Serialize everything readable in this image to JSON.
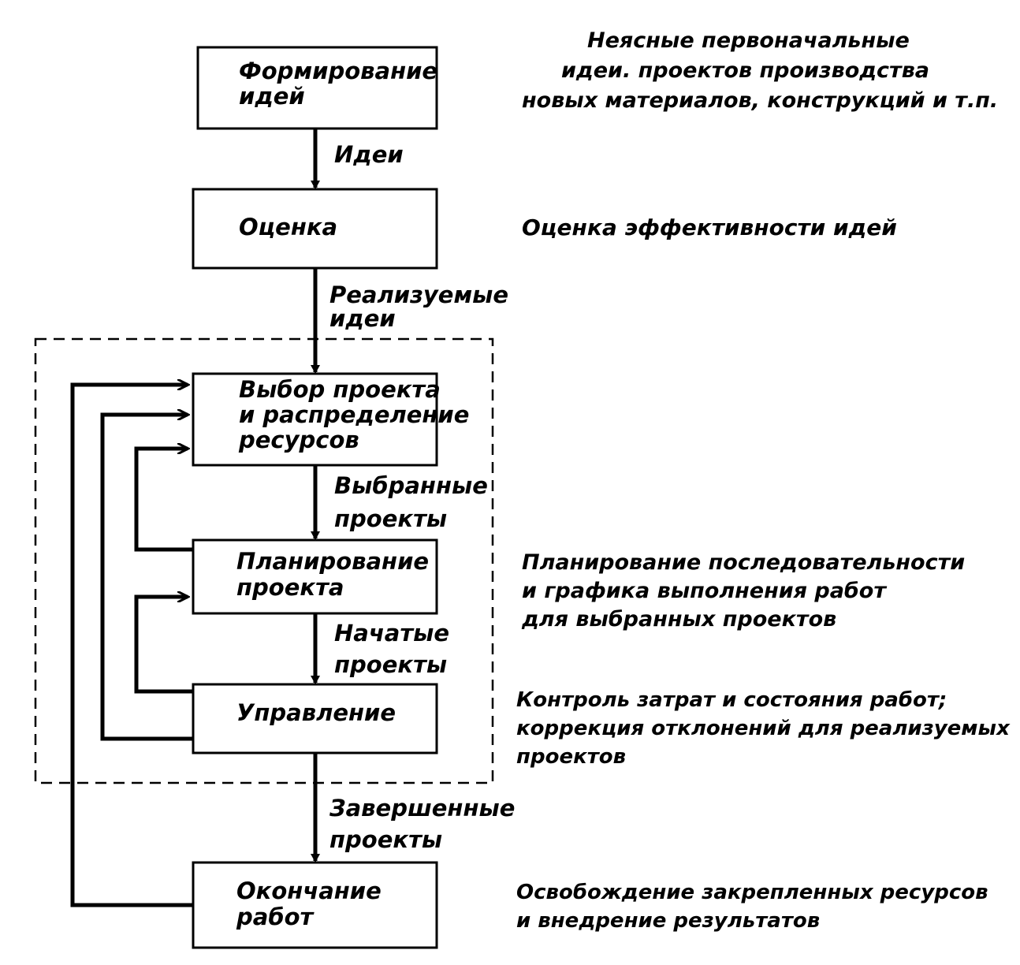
{
  "nodes": {
    "ideas": {
      "lines": [
        "Формирование",
        "идей"
      ]
    },
    "eval": {
      "lines": [
        "Оценка"
      ]
    },
    "select": {
      "lines": [
        "Выбор проекта",
        "и распределение",
        "ресурсов"
      ]
    },
    "plan": {
      "lines": [
        "Планирование",
        "проекта"
      ]
    },
    "control": {
      "lines": [
        "Управление"
      ]
    },
    "finish": {
      "lines": [
        "Окончание",
        "работ"
      ]
    }
  },
  "edges": {
    "ideas_eval": {
      "lines": [
        "Идеи"
      ]
    },
    "eval_select": {
      "lines": [
        "Реализуемые",
        "идеи"
      ]
    },
    "select_plan": {
      "lines": [
        "Выбранные",
        "проекты"
      ]
    },
    "plan_control": {
      "lines": [
        "Начатые",
        "проекты"
      ]
    },
    "control_finish": {
      "lines": [
        "Завершенные",
        "проекты"
      ]
    }
  },
  "notes": {
    "ideas": {
      "lines": [
        "Неясные первоначальные",
        "идеи. проектов производства",
        "новых материалов, конструкций и т.п."
      ]
    },
    "eval": {
      "lines": [
        "Оценка эффективности идей"
      ]
    },
    "plan": {
      "lines": [
        "Планирование последовательности",
        "и графика выполнения работ",
        "для выбранных проектов"
      ]
    },
    "control": {
      "lines": [
        "Контроль затрат и состояния работ;",
        "коррекция отклонений для реализуемых",
        "проектов"
      ]
    },
    "finish": {
      "lines": [
        "Освобождение закрепленных ресурсов",
        "и внедрение результатов"
      ]
    }
  }
}
